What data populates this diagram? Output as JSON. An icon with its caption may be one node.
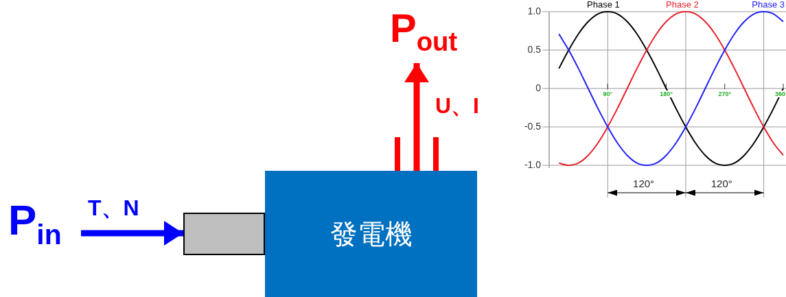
{
  "diagram": {
    "nodes": [
      {
        "text": [
          "P$_{in}$"
        ]
      },
      {
        "text": [],
        "shape": "box"
      },
      {
        "text": [
          "發電機"
        ]
      },
      {
        "text": [
          "P$_{out}$"
        ]
      }
    ],
    "edges": [
      {
        "from": 0,
        "to": 1,
        "arrow": "to",
        "label": "T、N",
        "color": "#0000ff"
      },
      {
        "from": 2,
        "to": 3,
        "arrow": "to",
        "label": "U、I",
        "color": "#ff0000"
      }
    ],
    "labels": [
      "120°",
      "120°"
    ],
    "chart_data": {
      "type": "line",
      "grid": true,
      "x": [
        15,
        30,
        45,
        60,
        75,
        90,
        105,
        120,
        135,
        150,
        165,
        180,
        195,
        210,
        225,
        240,
        255,
        270,
        285,
        300,
        315,
        330,
        345,
        360
      ],
      "xlim": [
        0,
        360
      ],
      "ylim": [
        -1.0,
        1.0
      ],
      "xticks": [
        {
          "value": 90,
          "label": "90°"
        },
        {
          "value": 180,
          "label": "180°"
        },
        {
          "value": 270,
          "label": "270°"
        },
        {
          "value": 360,
          "label": "360"
        }
      ],
      "yticks": [
        {
          "value": 1.0,
          "label": "1.0"
        },
        {
          "value": 0.5,
          "label": "0.5"
        },
        {
          "value": 0,
          "label": "0"
        },
        {
          "value": -0.5,
          "label": "-0.5"
        },
        {
          "value": -1.0,
          "label": "-1.0"
        }
      ],
      "series": [
        {
          "name": "Phase 1",
          "color": "#000000",
          "values": [
            0.26,
            0.5,
            0.71,
            0.87,
            0.97,
            1.0,
            0.97,
            0.87,
            0.71,
            0.5,
            0.26,
            0,
            -0.26,
            -0.5,
            -0.71,
            -0.87,
            -0.97,
            -1.0,
            -0.97,
            -0.87,
            -0.71,
            -0.5,
            -0.26,
            0
          ]
        },
        {
          "name": "Phase 2",
          "color": "#e8202a",
          "values": [
            -0.97,
            -1.0,
            -0.97,
            -0.87,
            -0.71,
            -0.5,
            -0.26,
            0,
            0.26,
            0.5,
            0.71,
            0.87,
            0.97,
            1.0,
            0.97,
            0.87,
            0.71,
            0.5,
            0.26,
            0,
            -0.26,
            -0.5,
            -0.71,
            -0.87
          ]
        },
        {
          "name": "Phase 3",
          "color": "#2020ff",
          "values": [
            0.71,
            0.5,
            0.26,
            0,
            -0.26,
            -0.5,
            -0.71,
            -0.87,
            -0.97,
            -1.0,
            -0.97,
            -0.87,
            -0.71,
            -0.5,
            -0.26,
            0,
            0.26,
            0.5,
            0.71,
            0.87,
            0.97,
            1.0,
            0.97,
            0.87
          ]
        }
      ]
    }
  }
}
